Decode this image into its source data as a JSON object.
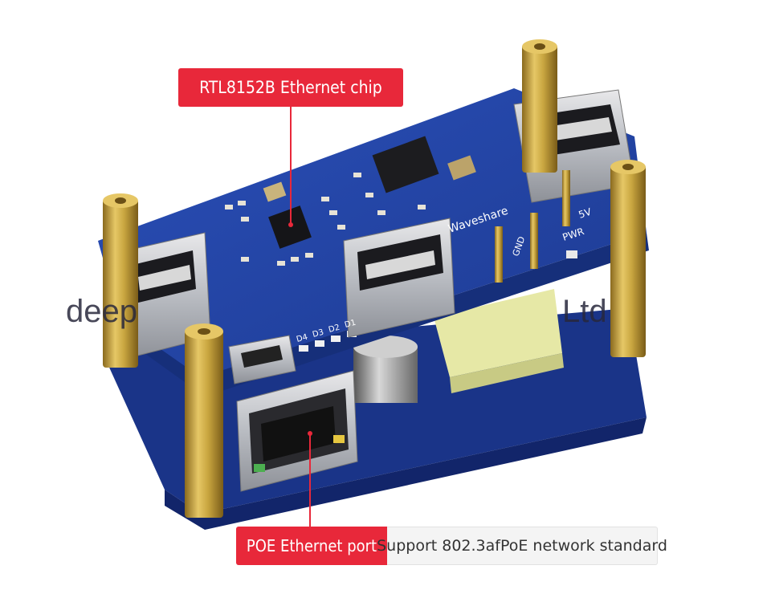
{
  "callouts": {
    "chip": "RTL8152B Ethernet chip",
    "port": "POE Ethernet port",
    "port_description": "Support 802.3afPoE network standard"
  },
  "board_labels": {
    "brand": "Waveshare",
    "pwr": "PWR",
    "v5": "5V",
    "gnd": "GND",
    "leds": [
      "D1",
      "D2",
      "D3",
      "D4"
    ]
  },
  "watermark": {
    "left": "deep",
    "right": "Ltd"
  },
  "colors": {
    "callout_red": "#e8283a",
    "pcb_blue": "#1f3f9c",
    "brass": "#c9a640"
  }
}
